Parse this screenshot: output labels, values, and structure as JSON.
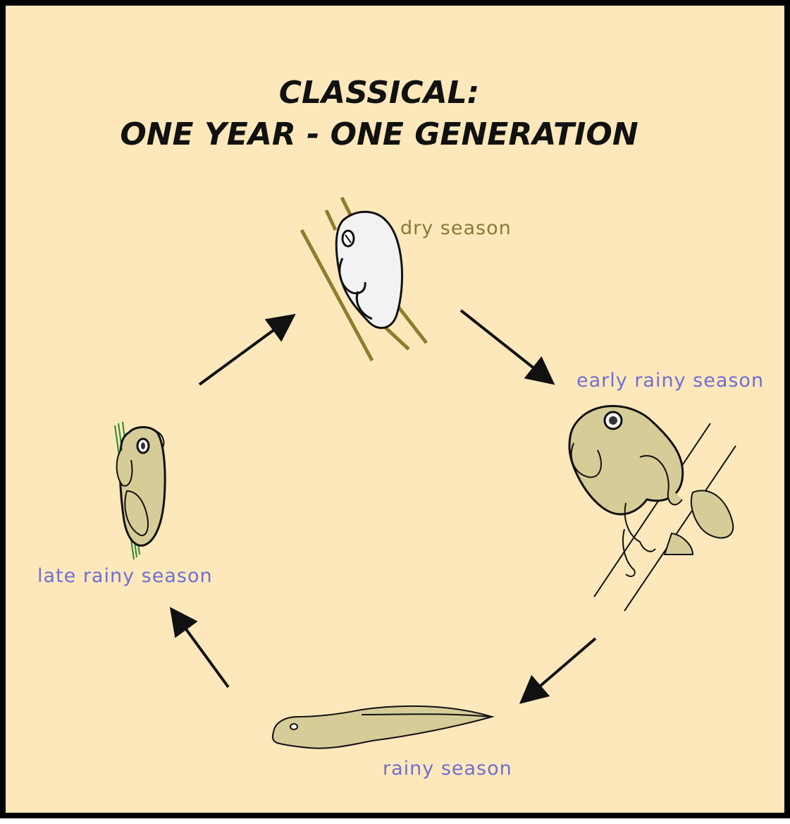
{
  "title": {
    "line1": "CLASSICAL:",
    "line2": "ONE YEAR - ONE GENERATION"
  },
  "stages": [
    {
      "label": "dry season",
      "icon": "dormant-frog-icon"
    },
    {
      "label": "early rainy season",
      "icon": "adult-frog-icon"
    },
    {
      "label": "rainy season",
      "icon": "tadpole-icon"
    },
    {
      "label": "late rainy season",
      "icon": "juvenile-frog-icon"
    }
  ],
  "colors": {
    "background": "#fde8bc",
    "border": "#000000",
    "title": "#111111",
    "dry_label": "#8a7a30",
    "rainy_label": "#6f6fd0",
    "arrow": "#111111",
    "frog_fill": "#d6cc98",
    "dormant_fill": "#f2f2f2",
    "reed": "#8e7d2c",
    "grass": "#2a8a2a"
  }
}
